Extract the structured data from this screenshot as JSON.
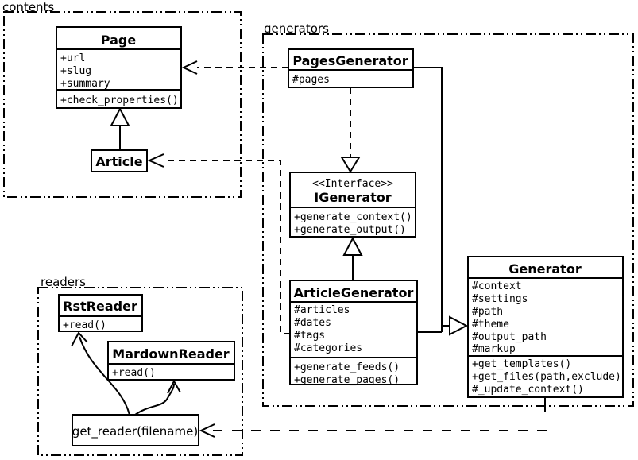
{
  "diagram": {
    "packages": {
      "contents": "contents",
      "generators": "generators",
      "readers": "readers"
    },
    "classes": {
      "page": {
        "title": "Page",
        "attributes": [
          "+url",
          "+slug",
          "+summary"
        ],
        "methods": [
          "+check_properties()"
        ]
      },
      "article": {
        "title": "Article"
      },
      "pages_generator": {
        "title": "PagesGenerator",
        "attributes": [
          "#pages"
        ]
      },
      "igenerator": {
        "stereotype": "<<Interface>>",
        "title": "IGenerator",
        "methods": [
          "+generate_context()",
          "+generate_output()"
        ]
      },
      "article_generator": {
        "title": "ArticleGenerator",
        "attributes": [
          "#articles",
          "#dates",
          "#tags",
          "#categories"
        ],
        "methods": [
          "+generate_feeds()",
          "+generate_pages()"
        ]
      },
      "generator": {
        "title": "Generator",
        "attributes": [
          "#context",
          "#settings",
          "#path",
          "#theme",
          "#output_path",
          "#markup"
        ],
        "methods": [
          "+get_templates()",
          "+get_files(path,exclude)",
          "#_update_context()"
        ]
      },
      "rst_reader": {
        "title": "RstReader",
        "methods": [
          "+read()"
        ]
      },
      "mardown_reader": {
        "title": "MardownReader",
        "methods": [
          "+read()"
        ]
      },
      "get_reader": {
        "label": "get_reader(filename)"
      }
    },
    "colors": {
      "line": "#000000",
      "background": "#ffffff",
      "box_fill": "#ffffff"
    }
  }
}
